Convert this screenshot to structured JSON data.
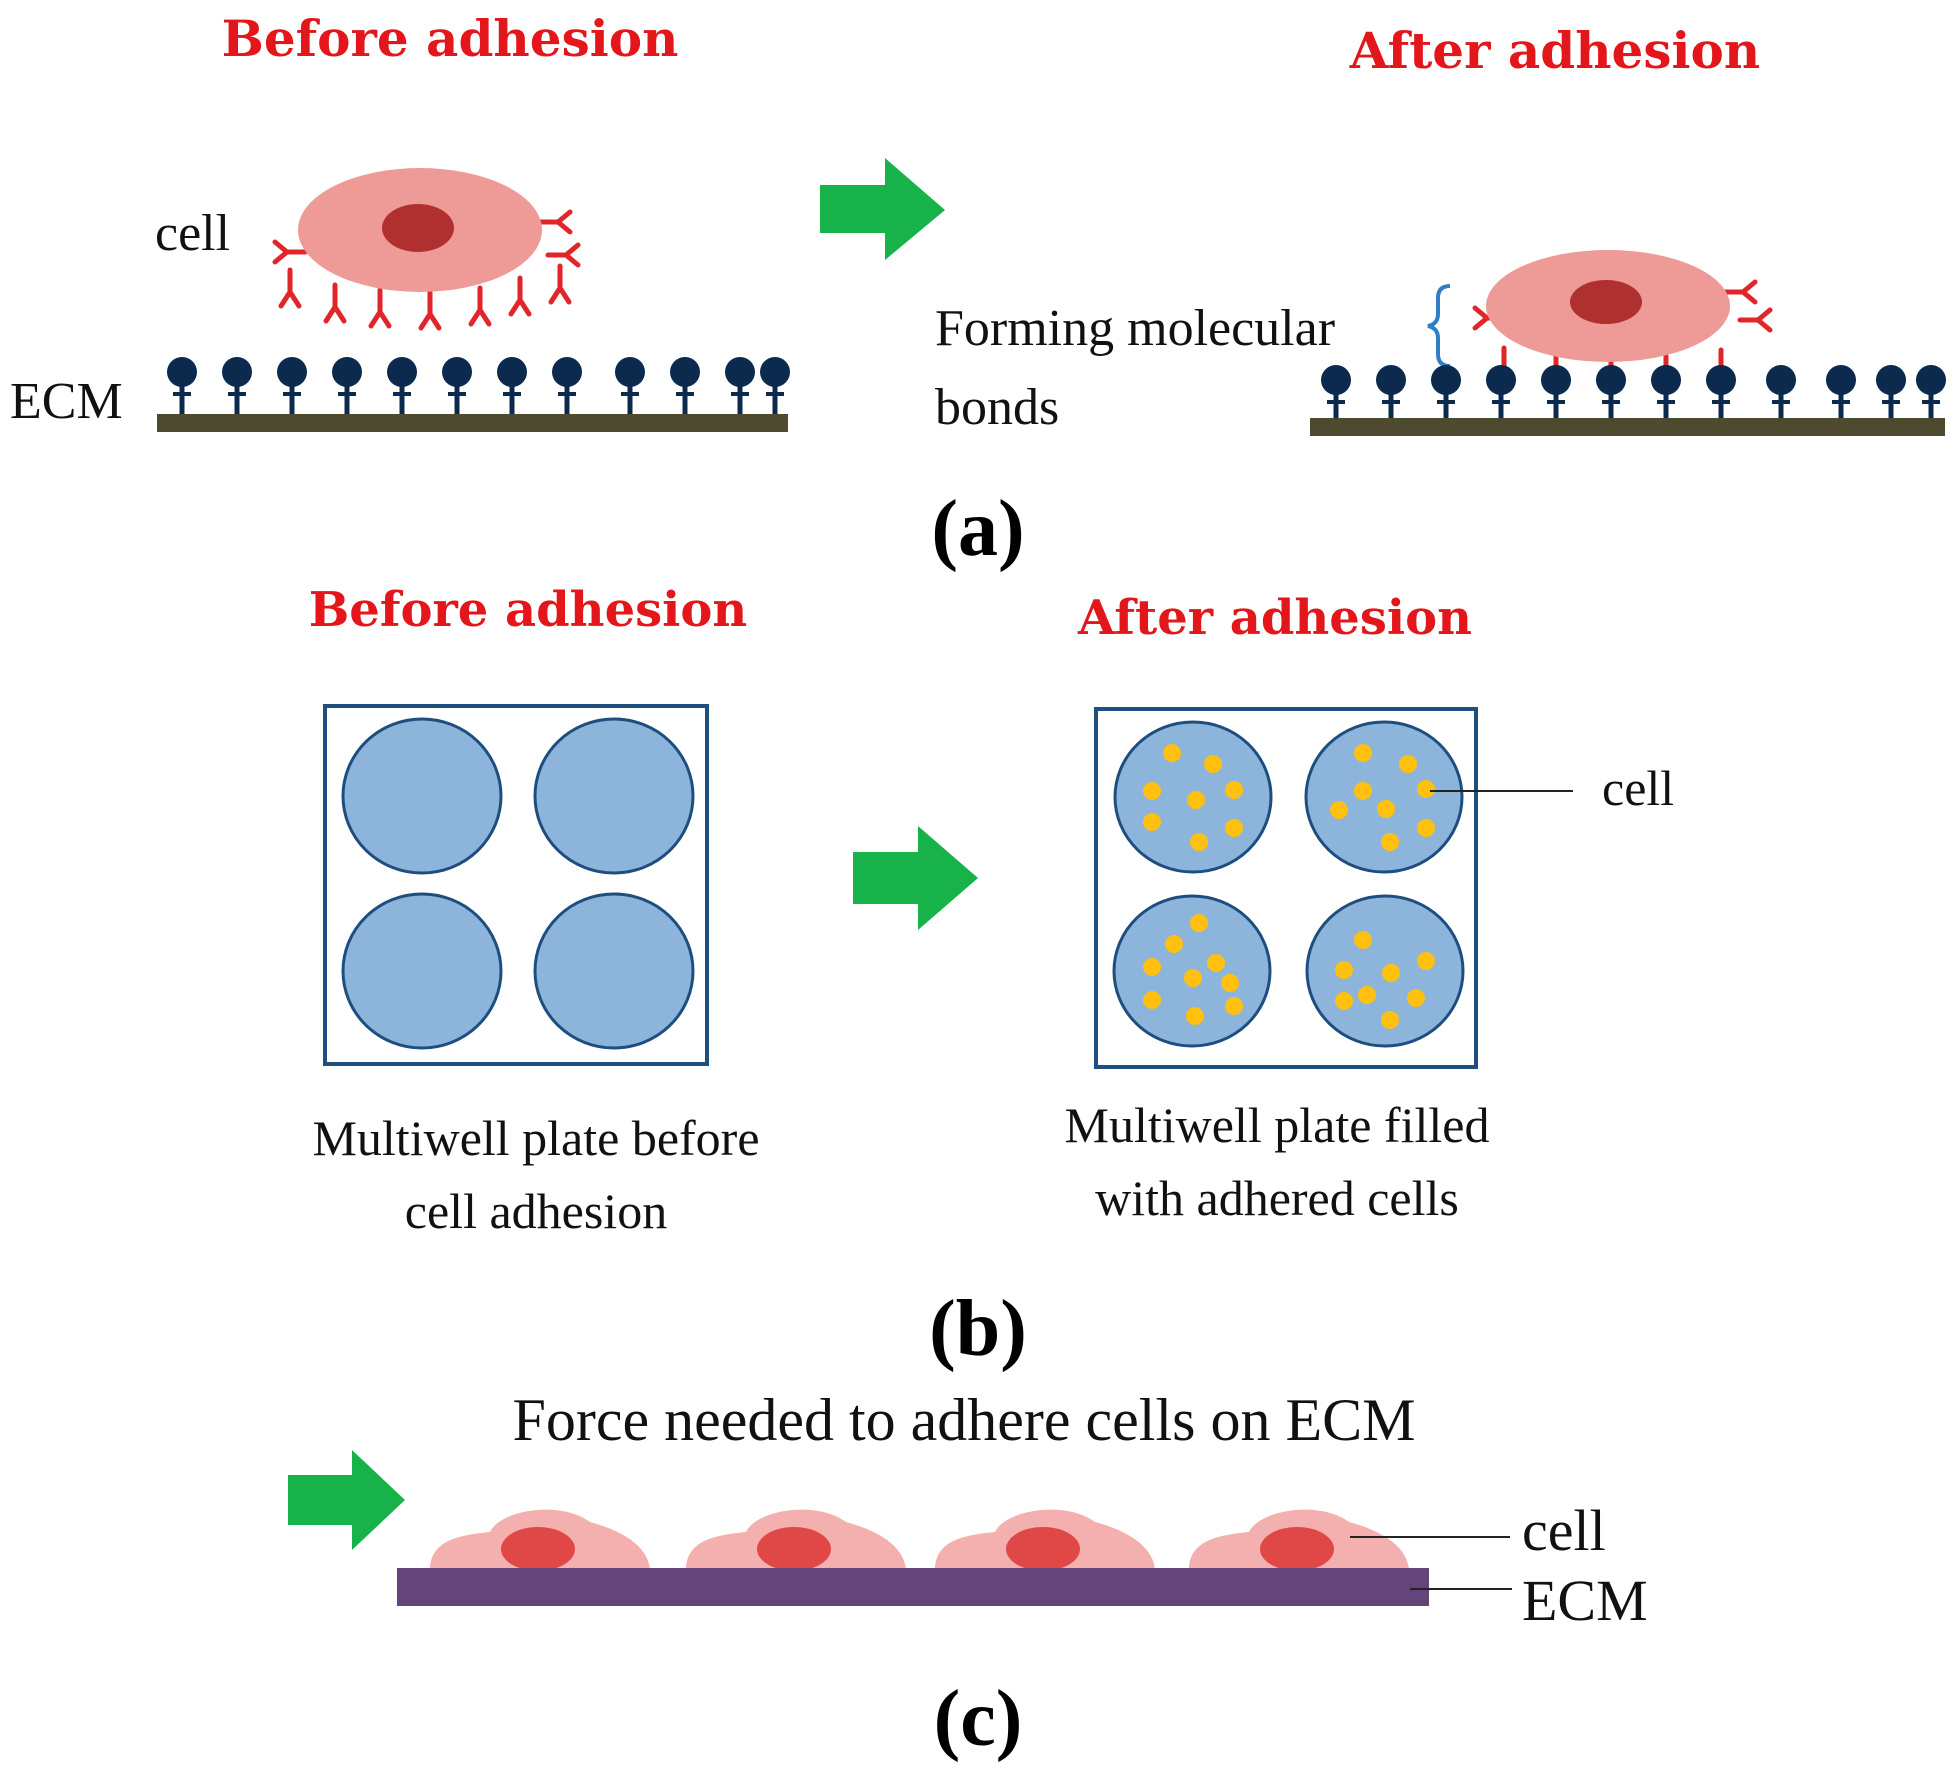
{
  "colors": {
    "title_red": "#e3161b",
    "arrow_green": "#18b24b",
    "cell_pink": "#ee9a96",
    "nucleus_dark": "#b03030",
    "receptor_red": "#e0262a",
    "ecm_ligand_navy": "#0b2a4d",
    "ecm_bar_olive": "#4d4a30",
    "bracket_blue": "#2f7fc8",
    "well_blue": "#8db4da",
    "well_stroke": "#1e4e80",
    "plate_stroke": "#1f4f7f",
    "cell_dot_yellow": "#ffc010",
    "flat_cell_pink": "#f4b0ae",
    "flat_nucleus": "#e04848",
    "ecm_purple": "#654579"
  },
  "panel_a": {
    "label": "(a)",
    "before_title": "Before adhesion",
    "after_title": "After adhesion",
    "cell_label": "cell",
    "ecm_label": "ECM",
    "bonds_label_line1": "Forming molecular",
    "bonds_label_line2": "bonds"
  },
  "panel_b": {
    "label": "(b)",
    "before_title": "Before adhesion",
    "after_title": "After adhesion",
    "before_caption_line1": "Multiwell plate before",
    "before_caption_line2": "cell adhesion",
    "after_caption_line1": "Multiwell plate filled",
    "after_caption_line2": "with adhered cells",
    "cell_label": "cell"
  },
  "panel_c": {
    "label": "(c)",
    "title": "Force needed to adhere cells on ECM",
    "cell_label": "cell",
    "ecm_label": "ECM"
  }
}
